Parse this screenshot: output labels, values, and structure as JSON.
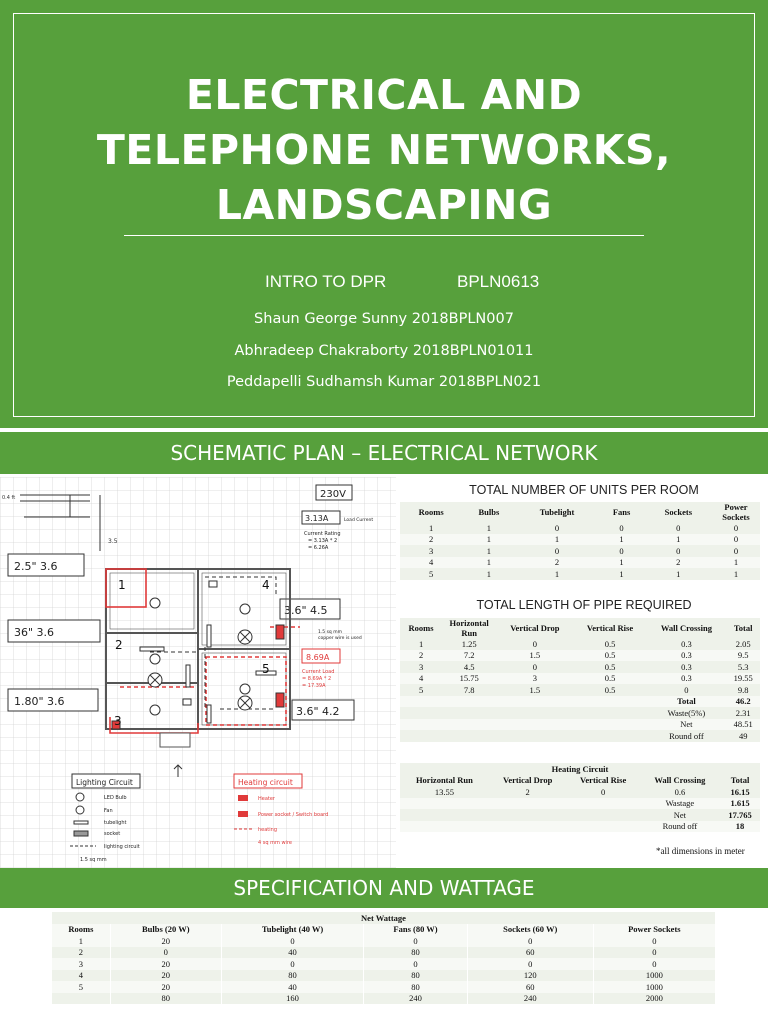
{
  "slide1": {
    "title_lines": [
      "ELECTRICAL AND",
      "TELEPHONE NETWORKS,",
      "LANDSCAPING"
    ],
    "course_name": "INTRO TO DPR",
    "course_code": "BPLN0613",
    "authors": [
      "Shaun George Sunny 2018BPLN007",
      "Abhradeep Chakraborty 2018BPLN01011",
      "Peddapelli Sudhamsh Kumar 2018BPLN021"
    ]
  },
  "slide2": {
    "heading": "SCHEMATIC PLAN – ELECTRICAL NETWORK",
    "plan": {
      "scale_top": "0.4 ft",
      "scale_side": "3.5",
      "room_dims": [
        "2.5\" 3.6",
        "36\" 3.6",
        "1.80\" 3.6",
        "3.6\" 4.5",
        "3.6\" 4.2"
      ],
      "room_numbers": [
        "1",
        "2",
        "3",
        "4",
        "5"
      ],
      "voltage": "230V",
      "load_current": "3.13A",
      "load_current_note": "Load Current",
      "current_rating_lines": [
        "Current Rating",
        "= 3.13A * 2",
        "= 6.26A"
      ],
      "wire_note_lines": [
        "1.5 sq mm",
        "copper wire is used"
      ],
      "heating_current": "8.69A",
      "heating_rating_lines": [
        "Current Load",
        "= 8.69A * 2",
        "= 17.39A"
      ],
      "lighting_legend_title": "Lighting Circuit",
      "lighting_legend": [
        "LED Bulb",
        "Fan",
        "tubelight",
        "socket",
        "lighting circuit",
        "1.5 sq mm"
      ],
      "heating_legend_title": "Heating circuit",
      "heating_legend": [
        "Heater",
        "Power socket / Switch board",
        "heating",
        "4 sq mm wire"
      ]
    },
    "units": {
      "title": "TOTAL NUMBER OF UNITS PER ROOM",
      "headers": [
        "Rooms",
        "Bulbs",
        "Tubelight",
        "Fans",
        "Sockets",
        "Power Sockets"
      ],
      "rows": [
        [
          "1",
          "1",
          "0",
          "0",
          "0",
          "0"
        ],
        [
          "2",
          "1",
          "1",
          "1",
          "1",
          "0"
        ],
        [
          "3",
          "1",
          "0",
          "0",
          "0",
          "0"
        ],
        [
          "4",
          "1",
          "2",
          "1",
          "2",
          "1"
        ],
        [
          "5",
          "1",
          "1",
          "1",
          "1",
          "1"
        ]
      ]
    },
    "pipe": {
      "title": "TOTAL LENGTH OF PIPE REQUIRED",
      "headers": [
        "Rooms",
        "Horizontal Run",
        "Vertical Drop",
        "Vertical Rise",
        "Wall Crossing",
        "Total"
      ],
      "rows": [
        [
          "1",
          "1.25",
          "0",
          "0.5",
          "0.3",
          "2.05"
        ],
        [
          "2",
          "7.2",
          "1.5",
          "0.5",
          "0.3",
          "9.5"
        ],
        [
          "3",
          "4.5",
          "0",
          "0.5",
          "0.3",
          "5.3"
        ],
        [
          "4",
          "15.75",
          "3",
          "0.5",
          "0.3",
          "19.55"
        ],
        [
          "5",
          "7.8",
          "1.5",
          "0.5",
          "0",
          "9.8"
        ]
      ],
      "summary": [
        [
          "Total",
          "46.2"
        ],
        [
          "Waste(5%)",
          "2.31"
        ],
        [
          "Net",
          "48.51"
        ],
        [
          "Round off",
          "49"
        ]
      ],
      "heating_title": "Heating Circuit",
      "heating_headers": [
        "Horizontal Run",
        "Vertical Drop",
        "Vertical Rise",
        "Wall Crossing",
        "Total"
      ],
      "heating_row": [
        "13.55",
        "2",
        "0",
        "0.6",
        "16.15"
      ],
      "heating_summary": [
        [
          "Wastage",
          "1.615"
        ],
        [
          "Net",
          "17.765"
        ],
        [
          "Round off",
          "18"
        ]
      ],
      "note": "*all dimensions in meter"
    }
  },
  "slide3": {
    "heading": "SPECIFICATION AND WATTAGE",
    "table_title": "Net Wattage",
    "headers": [
      "Rooms",
      "Bulbs (20 W)",
      "Tubelight (40 W)",
      "Fans (80 W)",
      "Sockets (60 W)",
      "Power Sockets"
    ],
    "rows": [
      [
        "1",
        "20",
        "0",
        "0",
        "0",
        "0"
      ],
      [
        "2",
        "0",
        "40",
        "80",
        "60",
        "0"
      ],
      [
        "3",
        "20",
        "0",
        "0",
        "0",
        "0"
      ],
      [
        "4",
        "20",
        "80",
        "80",
        "120",
        "1000"
      ],
      [
        "5",
        "20",
        "40",
        "80",
        "60",
        "1000"
      ],
      [
        "",
        "80",
        "160",
        "240",
        "240",
        "2000"
      ]
    ]
  }
}
